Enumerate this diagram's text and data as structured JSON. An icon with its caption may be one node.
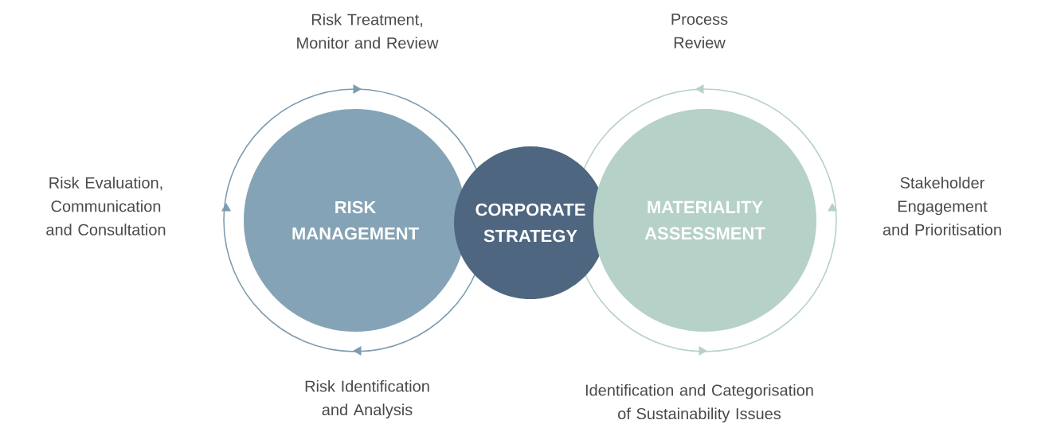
{
  "diagram": {
    "nodes": [
      {
        "text": [
          "RISK MANAGEMENT"
        ]
      },
      {
        "text": [
          "CORPORATE STRATEGY"
        ]
      },
      {
        "text": [
          "MATERIALITY ASSESSMENT"
        ]
      }
    ],
    "edges": [],
    "labels": [
      "Risk Treatment, Monitor and Review",
      "Process Review",
      "Risk Evaluation, Communication and Consultation",
      "Stakeholder Engagement and Prioritisation",
      "Risk Identification and Analysis",
      "Identification and Categorisation of Sustainability Issues"
    ]
  }
}
